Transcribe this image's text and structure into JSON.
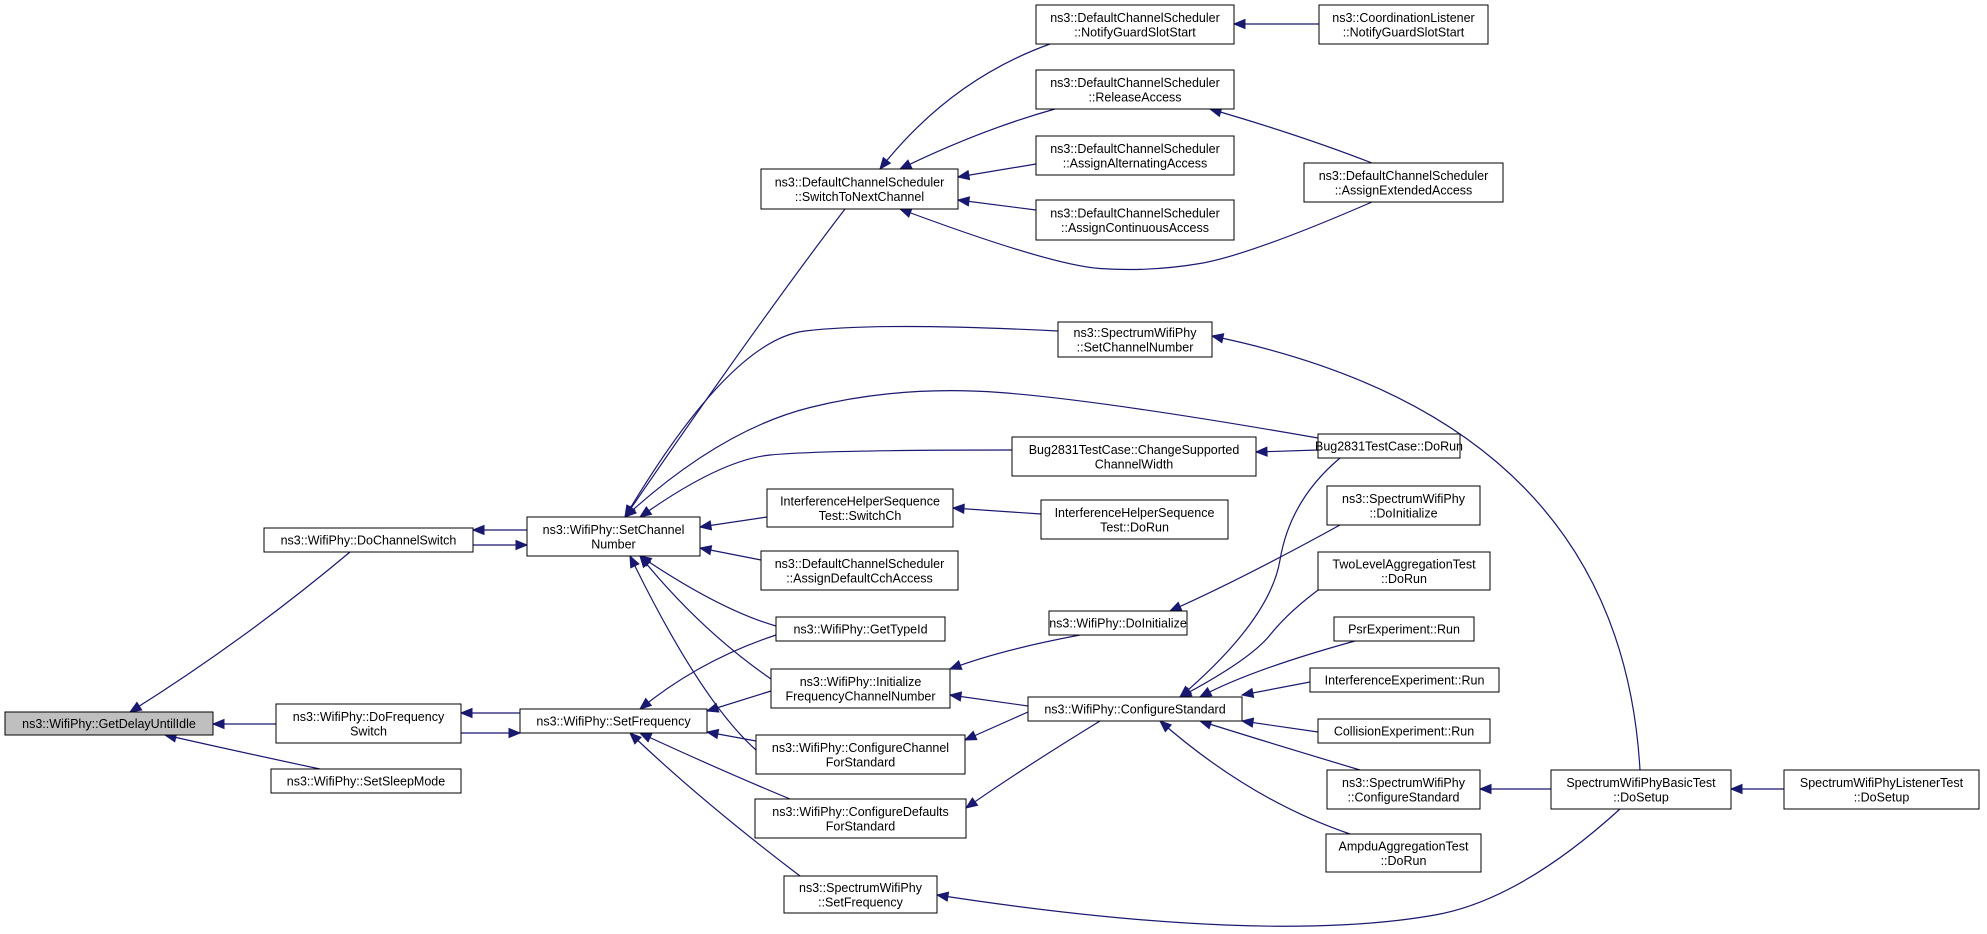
{
  "colors": {
    "edge": "#191970",
    "node_fill": "#ffffff",
    "node_stroke": "#000000",
    "highlight_fill": "#bfbfbf"
  },
  "nodes": [
    {
      "id": "getdelay",
      "lines": [
        "ns3::WifiPhy::GetDelayUntilIdle"
      ],
      "highlight": true
    },
    {
      "id": "dochannelswitch",
      "lines": [
        "ns3::WifiPhy::DoChannelSwitch"
      ]
    },
    {
      "id": "dofrequencyswitch",
      "lines": [
        "ns3::WifiPhy::DoFrequency",
        "Switch"
      ]
    },
    {
      "id": "setsleepmode",
      "lines": [
        "ns3::WifiPhy::SetSleepMode"
      ]
    },
    {
      "id": "setchannelnumber",
      "lines": [
        "ns3::WifiPhy::SetChannel",
        "Number"
      ]
    },
    {
      "id": "setfrequency",
      "lines": [
        "ns3::WifiPhy::SetFrequency"
      ]
    },
    {
      "id": "switchtonext",
      "lines": [
        "ns3::DefaultChannelScheduler",
        "::SwitchToNextChannel"
      ]
    },
    {
      "id": "notifyguard",
      "lines": [
        "ns3::DefaultChannelScheduler",
        "::NotifyGuardSlotStart"
      ]
    },
    {
      "id": "releaseaccess",
      "lines": [
        "ns3::DefaultChannelScheduler",
        "::ReleaseAccess"
      ]
    },
    {
      "id": "assignalt",
      "lines": [
        "ns3::DefaultChannelScheduler",
        "::AssignAlternatingAccess"
      ]
    },
    {
      "id": "assigncont",
      "lines": [
        "ns3::DefaultChannelScheduler",
        "::AssignContinuousAccess"
      ]
    },
    {
      "id": "coordlistener",
      "lines": [
        "ns3::CoordinationListener",
        "::NotifyGuardSlotStart"
      ]
    },
    {
      "id": "assignext",
      "lines": [
        "ns3::DefaultChannelScheduler",
        "::AssignExtendedAccess"
      ]
    },
    {
      "id": "spectrumsetchannel",
      "lines": [
        "ns3::SpectrumWifiPhy",
        "::SetChannelNumber"
      ]
    },
    {
      "id": "bugchange",
      "lines": [
        "Bug2831TestCase::ChangeSupported",
        "ChannelWidth"
      ]
    },
    {
      "id": "bugdorun",
      "lines": [
        "Bug2831TestCase::DoRun"
      ]
    },
    {
      "id": "interfswitch",
      "lines": [
        "InterferenceHelperSequence",
        "Test::SwitchCh"
      ]
    },
    {
      "id": "interfdorun",
      "lines": [
        "InterferenceHelperSequence",
        "Test::DoRun"
      ]
    },
    {
      "id": "assigndefault",
      "lines": [
        "ns3::DefaultChannelScheduler",
        "::AssignDefaultCchAccess"
      ]
    },
    {
      "id": "gettypeid",
      "lines": [
        "ns3::WifiPhy::GetTypeId"
      ]
    },
    {
      "id": "initfreq",
      "lines": [
        "ns3::WifiPhy::Initialize",
        "FrequencyChannelNumber"
      ]
    },
    {
      "id": "configchannel",
      "lines": [
        "ns3::WifiPhy::ConfigureChannel",
        "ForStandard"
      ]
    },
    {
      "id": "configdefaults",
      "lines": [
        "ns3::WifiPhy::ConfigureDefaults",
        "ForStandard"
      ]
    },
    {
      "id": "spectrumsetfreq",
      "lines": [
        "ns3::SpectrumWifiPhy",
        "::SetFrequency"
      ]
    },
    {
      "id": "doinit",
      "lines": [
        "ns3::WifiPhy::DoInitialize"
      ]
    },
    {
      "id": "configstd",
      "lines": [
        "ns3::WifiPhy::ConfigureStandard"
      ]
    },
    {
      "id": "spectrumdoinit",
      "lines": [
        "ns3::SpectrumWifiPhy",
        "::DoInitialize"
      ]
    },
    {
      "id": "twolevel",
      "lines": [
        "TwoLevelAggregationTest",
        "::DoRun"
      ]
    },
    {
      "id": "psr",
      "lines": [
        "PsrExperiment::Run"
      ]
    },
    {
      "id": "interfexp",
      "lines": [
        "InterferenceExperiment::Run"
      ]
    },
    {
      "id": "collision",
      "lines": [
        "CollisionExperiment::Run"
      ]
    },
    {
      "id": "spectrumconfigstd",
      "lines": [
        "ns3::SpectrumWifiPhy",
        "::ConfigureStandard"
      ]
    },
    {
      "id": "ampdu",
      "lines": [
        "AmpduAggregationTest",
        "::DoRun"
      ]
    },
    {
      "id": "basictest",
      "lines": [
        "SpectrumWifiPhyBasicTest",
        "::DoSetup"
      ]
    },
    {
      "id": "listenertest",
      "lines": [
        "SpectrumWifiPhyListenerTest",
        "::DoSetup"
      ]
    }
  ],
  "edges": [
    [
      "dochannelswitch",
      "getdelay"
    ],
    [
      "dofrequencyswitch",
      "getdelay"
    ],
    [
      "setsleepmode",
      "getdelay"
    ],
    [
      "setchannelnumber",
      "dochannelswitch"
    ],
    [
      "dochannelswitch",
      "setchannelnumber"
    ],
    [
      "setfrequency",
      "dofrequencyswitch"
    ],
    [
      "dofrequencyswitch",
      "setfrequency"
    ],
    [
      "switchtonext",
      "setchannelnumber"
    ],
    [
      "spectrumsetchannel",
      "setchannelnumber"
    ],
    [
      "bugdorun",
      "setchannelnumber"
    ],
    [
      "bugchange",
      "setchannelnumber"
    ],
    [
      "interfswitch",
      "setchannelnumber"
    ],
    [
      "assigndefault",
      "setchannelnumber"
    ],
    [
      "gettypeid",
      "setchannelnumber"
    ],
    [
      "initfreq",
      "setchannelnumber"
    ],
    [
      "configchannel",
      "setchannelnumber"
    ],
    [
      "notifyguard",
      "switchtonext"
    ],
    [
      "releaseaccess",
      "switchtonext"
    ],
    [
      "assignalt",
      "switchtonext"
    ],
    [
      "assigncont",
      "switchtonext"
    ],
    [
      "assignext",
      "switchtonext"
    ],
    [
      "coordlistener",
      "notifyguard"
    ],
    [
      "assignext",
      "releaseaccess"
    ],
    [
      "basictest",
      "spectrumsetchannel"
    ],
    [
      "bugdorun",
      "bugchange"
    ],
    [
      "interfdorun",
      "interfswitch"
    ],
    [
      "gettypeid",
      "setfrequency"
    ],
    [
      "initfreq",
      "setfrequency"
    ],
    [
      "configchannel",
      "setfrequency"
    ],
    [
      "configdefaults",
      "setfrequency"
    ],
    [
      "spectrumsetfreq",
      "setfrequency"
    ],
    [
      "doinit",
      "initfreq"
    ],
    [
      "configstd",
      "initfreq"
    ],
    [
      "configstd",
      "configchannel"
    ],
    [
      "configstd",
      "configdefaults"
    ],
    [
      "basictest",
      "spectrumsetfreq"
    ],
    [
      "spectrumdoinit",
      "doinit"
    ],
    [
      "bugdorun",
      "configstd"
    ],
    [
      "twolevel",
      "configstd"
    ],
    [
      "psr",
      "configstd"
    ],
    [
      "interfexp",
      "configstd"
    ],
    [
      "collision",
      "configstd"
    ],
    [
      "spectrumconfigstd",
      "configstd"
    ],
    [
      "ampdu",
      "configstd"
    ],
    [
      "basictest",
      "spectrumconfigstd"
    ],
    [
      "listenertest",
      "basictest"
    ]
  ]
}
